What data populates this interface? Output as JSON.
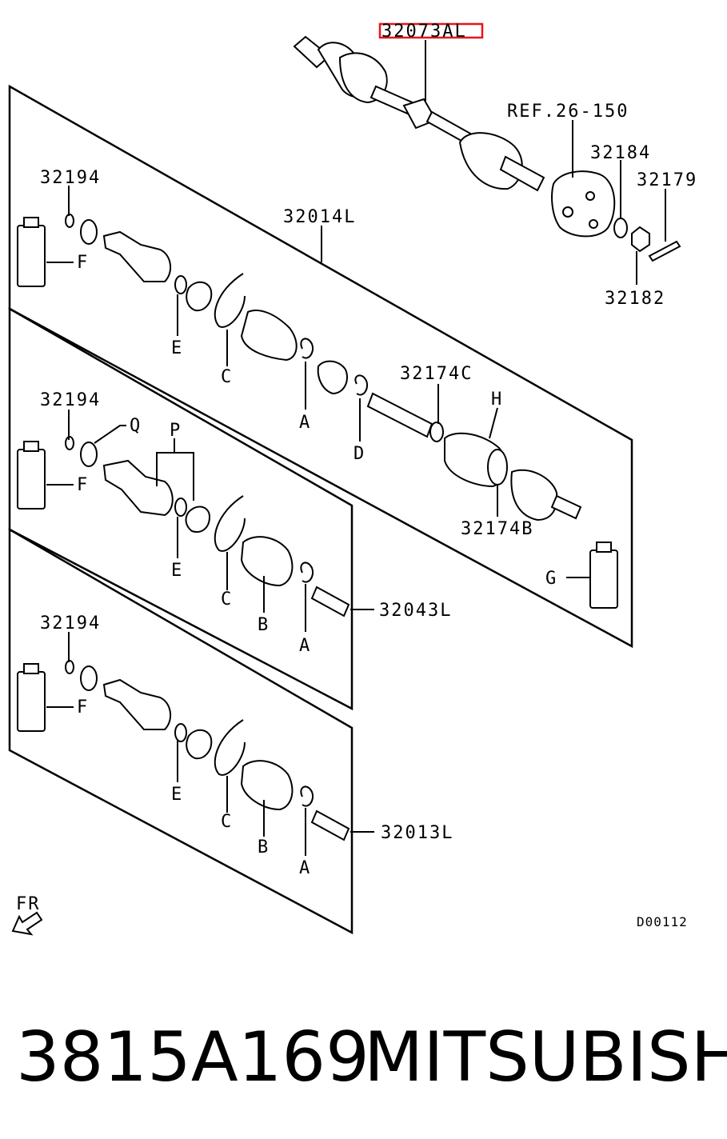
{
  "diagram_code": "D00112",
  "orientation_label": "FR",
  "highlight_color": "#e8141c",
  "part_number": "3815A169",
  "brand": "MITSUBISHI",
  "labels": {
    "assembly": "32073AL",
    "ref": "REF.26-150",
    "p32184": "32184",
    "p32179": "32179",
    "p32182": "32182",
    "p32014L": "32014L",
    "p32174C": "32174C",
    "p32174B": "32174B",
    "p32043L": "32043L",
    "p32013L": "32013L",
    "p32194": "32194",
    "A": "A",
    "B": "B",
    "C": "C",
    "D": "D",
    "E": "E",
    "F": "F",
    "G": "G",
    "H": "H",
    "P": "P",
    "Q": "Q"
  }
}
